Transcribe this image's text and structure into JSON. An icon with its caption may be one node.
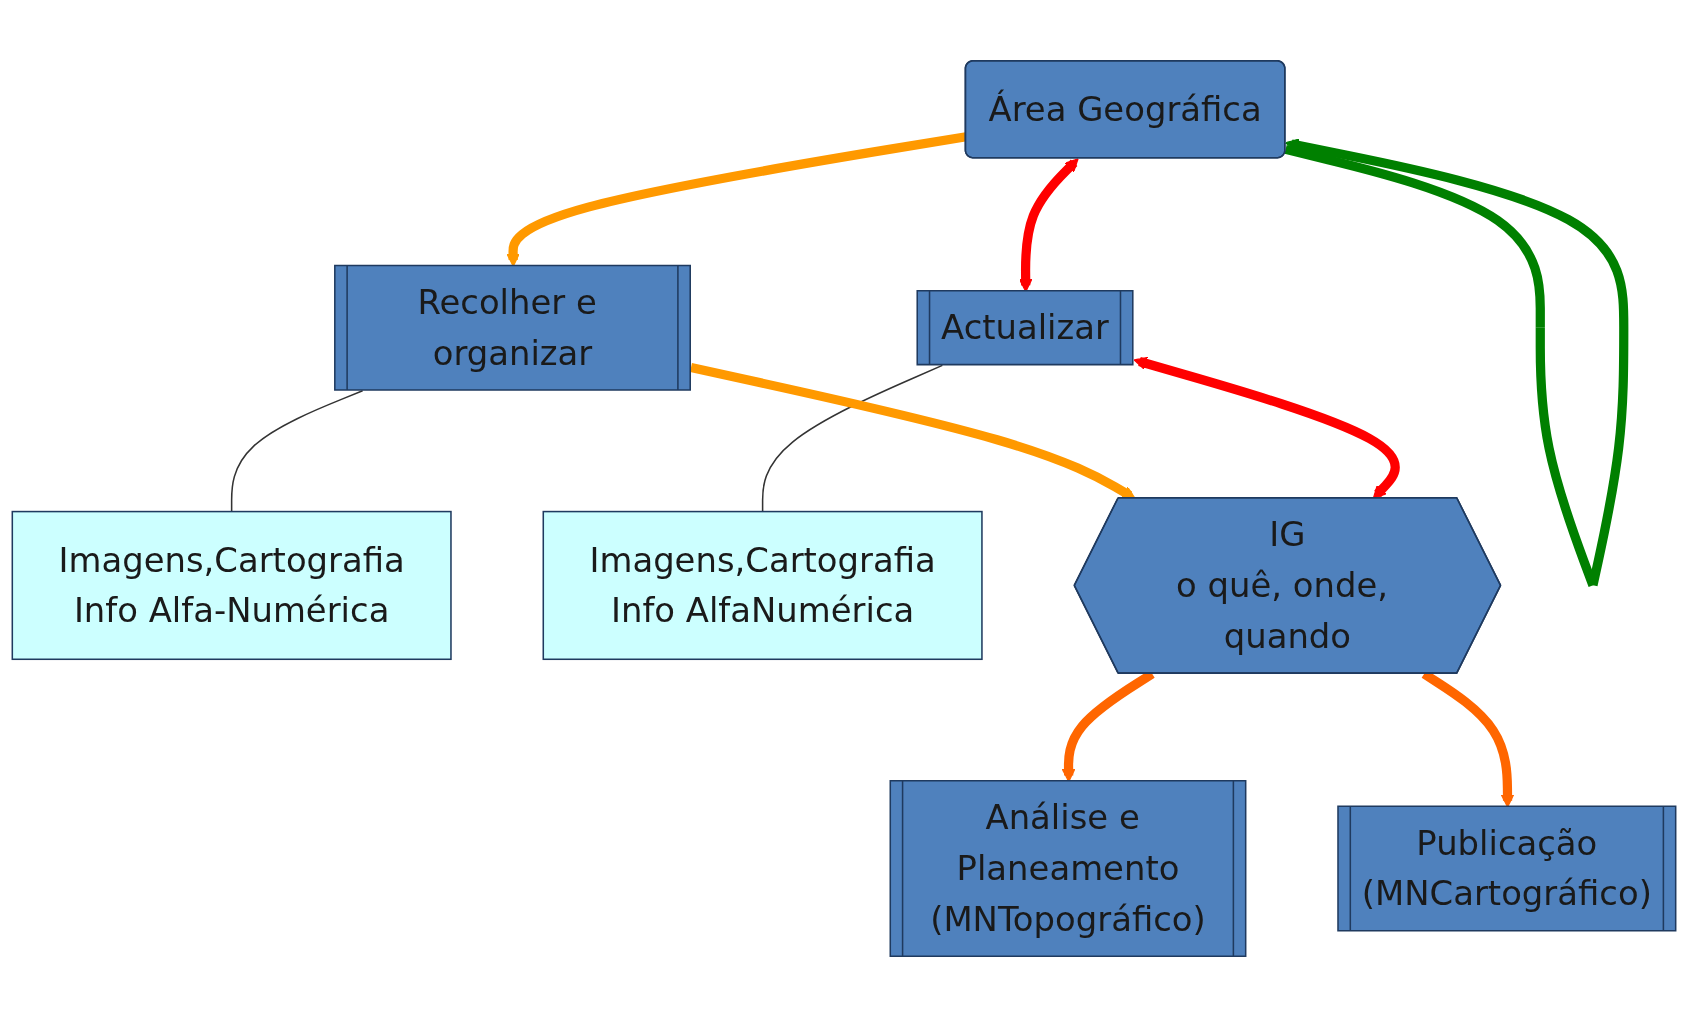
{
  "diagram": {
    "nodes": [
      {
        "text": [
          "Área Geográfica"
        ]
      },
      {
        "text": [
          "Imagens,Cartografia",
          "Info Alfa-Numérica"
        ]
      },
      {
        "text": [
          "Imagens,Cartografia",
          "Info AlfaNumérica"
        ]
      },
      {
        "text": [
          "Recolher e organizar"
        ]
      },
      {
        "text": [
          "Actualizar"
        ]
      },
      {
        "text": [
          "IG",
          "o quê, onde, quando"
        ]
      },
      {
        "text": [
          "Análise e Planeamento",
          "(MNTopográfico)"
        ]
      },
      {
        "text": [
          "Publicação",
          "(MNCartográfico)"
        ]
      }
    ],
    "edges": [
      {
        "from": 0,
        "to": 0,
        "arrow": "to",
        "color": "#008000"
      },
      {
        "from": 0,
        "to": 3,
        "arrow": "to",
        "color": "#ff9900"
      },
      {
        "from": 0,
        "to": 4,
        "arrow": "both",
        "color": "#ff0000"
      },
      {
        "from": 1,
        "to": 3,
        "arrow": "none",
        "color": "#333333"
      },
      {
        "from": 2,
        "to": 4,
        "arrow": "none",
        "color": "#333333"
      },
      {
        "from": 3,
        "to": 5,
        "arrow": "to",
        "color": "#ff9900"
      },
      {
        "from": 4,
        "to": 5,
        "arrow": "both",
        "color": "#ff0000"
      },
      {
        "from": 5,
        "to": 6,
        "arrow": "to",
        "color": "#ff6600"
      },
      {
        "from": 5,
        "to": 7,
        "arrow": "to",
        "color": "#ff6600"
      }
    ]
  }
}
